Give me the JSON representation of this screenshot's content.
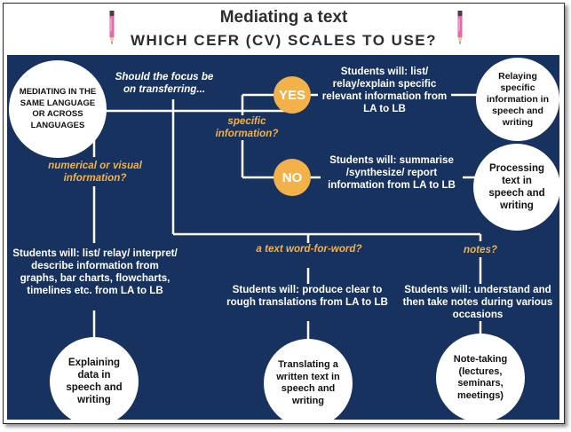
{
  "header": {
    "title": "Mediating a text",
    "subtitle": "WHICH CEFR (CV) SCALES TO USE?"
  },
  "colors": {
    "background": "#17325f",
    "accent": "#f3b14a",
    "circle": "#ffffff"
  },
  "start": {
    "circle": "MEDIATING IN THE SAME LANGUAGE OR ACROSS LANGUAGES",
    "question": "Should the focus be on transferring..."
  },
  "branches": {
    "specific": "specific information?",
    "yes": "YES",
    "no": "NO",
    "numerical": "numerical or visual information?",
    "word_for_word": "a text word-for-word?",
    "notes": "notes?"
  },
  "outcomes": {
    "yes_students": "Students will: list/ relay/explain specific relevant information from LA to LB",
    "yes_scale": "Relaying specific information in speech and writing",
    "no_students": "Students will: summarise /synthesize/ report information from LA to LB",
    "no_scale": "Processing text in speech and writing",
    "data_students": "Students will: list/ relay/ interpret/ describe information from graphs, bar charts, flowcharts, timelines etc. from LA to LB",
    "data_scale": "Explaining data in speech and writing",
    "translate_students": "Students will: produce clear to rough translations from LA  to LB",
    "translate_scale": "Translating a written text in speech and writing",
    "notes_students": "Students will: understand and then  take notes during various occasions",
    "notes_scale": "Note-taking (lectures, seminars, meetings)"
  }
}
